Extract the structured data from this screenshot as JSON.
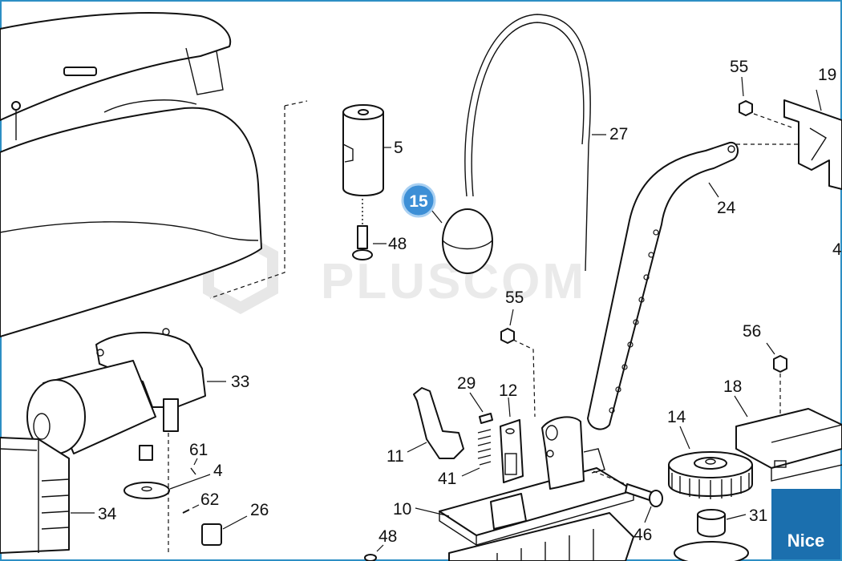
{
  "watermark": {
    "text": "PLUSCOM"
  },
  "brand": {
    "text": "Nice",
    "color": "#1b6fae"
  },
  "highlight": {
    "number": "15",
    "color": "#3d8fd6"
  },
  "callouts": {
    "c5": "5",
    "c48a": "48",
    "c27": "27",
    "c55a": "55",
    "c19": "19",
    "c24": "24",
    "c4a": "4",
    "c55b": "55",
    "c56": "56",
    "c33": "33",
    "c29": "29",
    "c12": "12",
    "c18": "18",
    "c14": "14",
    "c11": "11",
    "c61": "61",
    "c4b": "4",
    "c41": "41",
    "c62": "62",
    "c26": "26",
    "c34": "34",
    "c10": "10",
    "c31": "31",
    "c46": "46",
    "c48b": "48"
  }
}
